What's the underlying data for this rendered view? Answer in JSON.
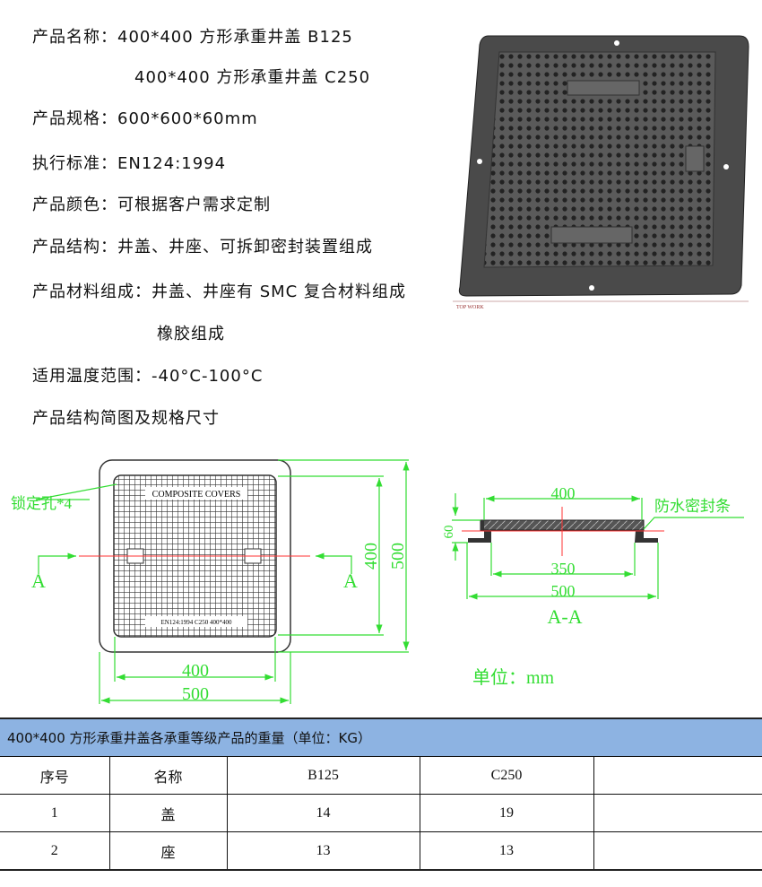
{
  "specs": {
    "name_label": "产品名称：",
    "name_1": "400*400 方形承重井盖 B125",
    "name_2": "400*400 方形承重井盖 C250",
    "size": "产品规格：600*600*60mm",
    "standard": "执行标准：EN124:1994",
    "color": "产品颜色：可根据客户需求定制",
    "structure": "产品结构：井盖、井座、可拆卸密封装置组成",
    "material": "产品材料组成：井盖、井座有 SMC 复合材料组成",
    "material_2": "橡胶组成",
    "temperature": "适用温度范围：-40°C-100°C",
    "diagram_title": "产品结构简图及规格尺寸"
  },
  "photo": {
    "caption": "TOP WORK"
  },
  "drawing": {
    "lock_hole": "锁定孔*4",
    "cover_text_top": "COMPOSITE   COVERS",
    "cover_text_bottom": "EN124:1994     C250       400*400",
    "section_mark": "A",
    "dim_400": "400",
    "dim_500": "500",
    "dim_60": "60",
    "dim_350": "350",
    "seal_label": "防水密封条",
    "section_title": "A-A",
    "unit": "单位：mm"
  },
  "colors": {
    "dimension": "#33dd33",
    "header_bg": "#8db3e2",
    "cut_line": "#ff3333"
  },
  "table": {
    "caption": "400*400 方形承重井盖各承重等级产品的重量（单位：KG）",
    "headers": [
      "序号",
      "名称",
      "B125",
      "C250",
      ""
    ],
    "rows": [
      [
        "1",
        "盖",
        "14",
        "19",
        ""
      ],
      [
        "2",
        "座",
        "13",
        "13",
        ""
      ]
    ]
  }
}
